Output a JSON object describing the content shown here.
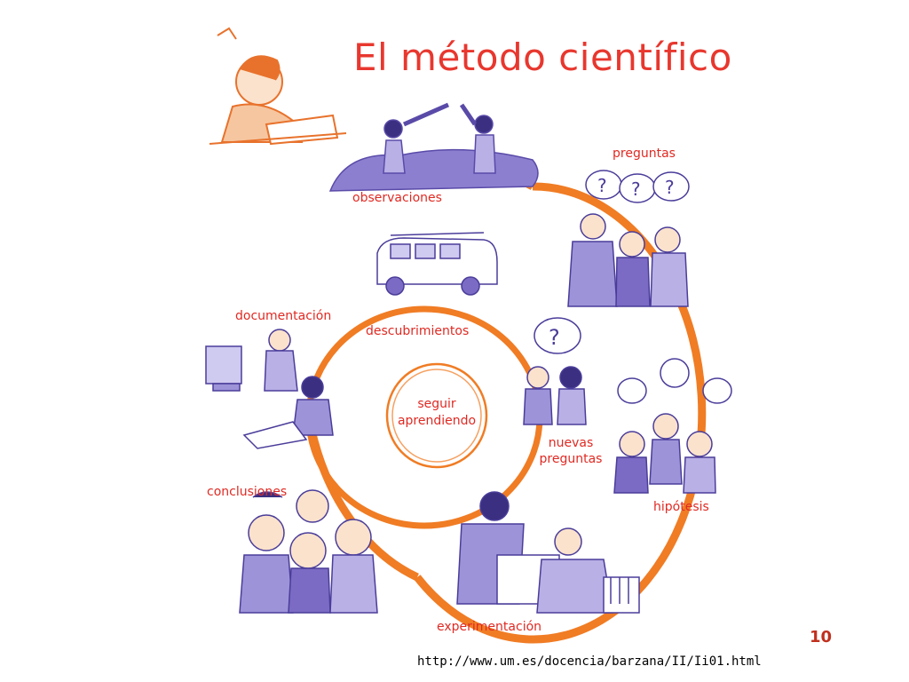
{
  "title": "El método científico",
  "outer_cycle": {
    "steps": [
      {
        "label": "observaciones"
      },
      {
        "label": "preguntas"
      },
      {
        "label": "hipótesis"
      },
      {
        "label": "experimentación"
      },
      {
        "label": "conclusiones"
      },
      {
        "label": "documentación"
      }
    ]
  },
  "inner_cycle": {
    "steps": [
      {
        "label": "descubrimientos"
      },
      {
        "label": "nuevas preguntas"
      }
    ],
    "center_line1": "seguir",
    "center_line2": "aprendiendo"
  },
  "page_number": "10",
  "source_url": "http://www.um.es/docencia/barzana/II/Ii01.html",
  "colors": {
    "accent": "#f07c24",
    "label": "#e02a23",
    "illustration": "#7b6bc4"
  }
}
